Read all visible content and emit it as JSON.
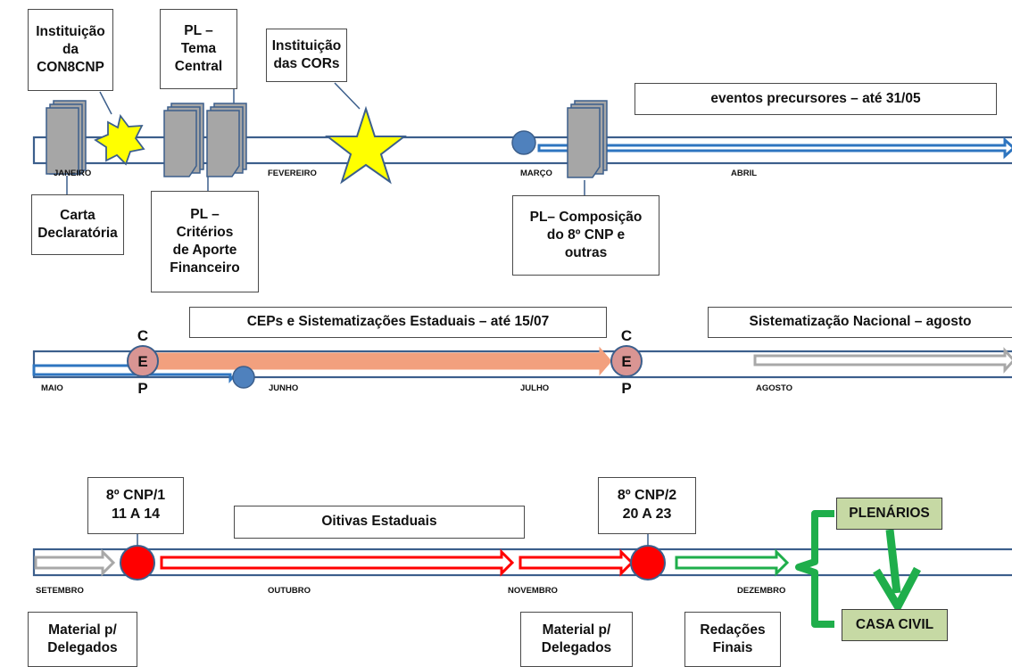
{
  "row1": {
    "months": [
      "JANEIRO",
      "FEVEREIRO",
      "MARÇO",
      "ABRIL"
    ],
    "boxes": {
      "instituicao_con8cnp": "Instituição\nda\nCON8CNP",
      "pl_tema_central": "PL –\nTema\nCentral",
      "instituicao_cors": "Instituição\ndas CORs",
      "eventos_precursores": "eventos precursores – até 31/05",
      "carta_declaratoria": "Carta\nDeclaratória",
      "pl_criterios": "PL –\nCritérios\nde Aporte\nFinanceiro",
      "pl_composicao": "PL– Composição\ndo 8º CNP e\noutras"
    }
  },
  "row2": {
    "months": [
      "MAIO",
      "JUNHO",
      "JULHO",
      "AGOSTO"
    ],
    "boxes": {
      "ceps": "CEPs e Sistematizações Estaduais  – até 15/07",
      "sistematizacao_nacional": "Sistematização Nacional –  agosto"
    },
    "cep_letters": [
      "C",
      "E",
      "P"
    ]
  },
  "row3": {
    "months": [
      "SETEMBRO",
      "OUTUBRO",
      "NOVEMBRO",
      "DEZEMBRO"
    ],
    "boxes": {
      "cnp1": "8º CNP/1\n11 A 14",
      "oitivas": "Oitivas Estaduais",
      "cnp2": "8º CNP/2\n20 A 23",
      "material1": "Material p/\nDelegados",
      "material2": "Material p/\nDelegados",
      "redacoes": "Redações\nFinais",
      "plenarios": "PLENÁRIOS",
      "casa_civil": "CASA CIVIL"
    }
  },
  "colors": {
    "line": "#3c5f8c",
    "blue_arrow": "#2e75c0",
    "orange_arrow": "#f2a07e",
    "gray_arrow": "#a8a8a8",
    "red": "#ff0000",
    "green": "#1fae4b",
    "star": "#ffff00",
    "cep_circle": "#d99593",
    "marker_circle": "#4f81bd",
    "doc": "#a6a6a6",
    "green_box": "#c6d9a4"
  },
  "icons": [
    "document-stack-icon",
    "star-icon",
    "seven-point-star-icon",
    "marker-circle-icon",
    "arrow-icon",
    "brace-icon"
  ]
}
